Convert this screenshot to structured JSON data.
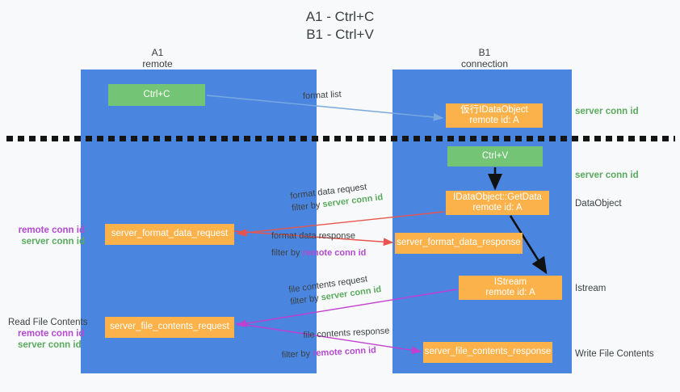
{
  "title": {
    "line1": "A1 - Ctrl+C",
    "line2": "B1 - Ctrl+V"
  },
  "lanes": [
    {
      "name": "A1",
      "subtitle": "remote"
    },
    {
      "name": "B1",
      "subtitle": "connection"
    }
  ],
  "nodes": {
    "ctrl_c": {
      "line1": "Ctrl+C",
      "line2": ""
    },
    "idataobject": {
      "line1": "仮行IDataObject",
      "line2": "remote id: A"
    },
    "ctrl_v": {
      "line1": "Ctrl+V",
      "line2": ""
    },
    "getdata": {
      "line1": "IDataObject::GetData",
      "line2": "remote id: A"
    },
    "format_data_request": {
      "line1": "server_format_data_request",
      "line2": ""
    },
    "format_data_response": {
      "line1": "server_format_data_response",
      "line2": ""
    },
    "istream": {
      "line1": "IStream",
      "line2": "remote id: A"
    },
    "file_contents_request": {
      "line1": "server_file_contents_request",
      "line2": ""
    },
    "file_contents_response": {
      "line1": "server_file_contents_response",
      "line2": ""
    }
  },
  "edge_labels": {
    "format_list": {
      "line1": "format list",
      "line2": ""
    },
    "format_data_request": {
      "line1": "format data request",
      "filter_prefix": "filter by ",
      "filter_value": "server conn id"
    },
    "format_data_response": {
      "line1": "format data response",
      "filter_prefix": "filter by ",
      "filter_value": "remote conn id"
    },
    "file_contents_request": {
      "line1": "file contents request",
      "filter_prefix": "filter by ",
      "filter_value": "server conn id"
    },
    "file_contents_response": {
      "line1": "file contents response",
      "filter_prefix": "filter by ",
      "filter_value": "remote conn id"
    }
  },
  "annotations": {
    "server_conn_id_top": "server conn id",
    "server_conn_id_mid": "server conn id",
    "dataobject": "DataObject",
    "istream": "Istream",
    "write_file_contents": "Write File Contents",
    "read_file_contents": "Read File Contents",
    "remote_conn_id": "remote conn id",
    "server_conn_id": "server conn id"
  },
  "colors": {
    "lane": "#4a86e0",
    "green_node": "#74c476",
    "orange_node": "#fbb24a",
    "green_text": "#5aaa5e",
    "purple_text": "#b44ad0",
    "blue_arrow": "#7aa9dd",
    "red_arrow": "#e8554e",
    "magenta_arrow": "#c23fd0",
    "black_arrow": "#111111",
    "background": "#f8f9fa"
  }
}
